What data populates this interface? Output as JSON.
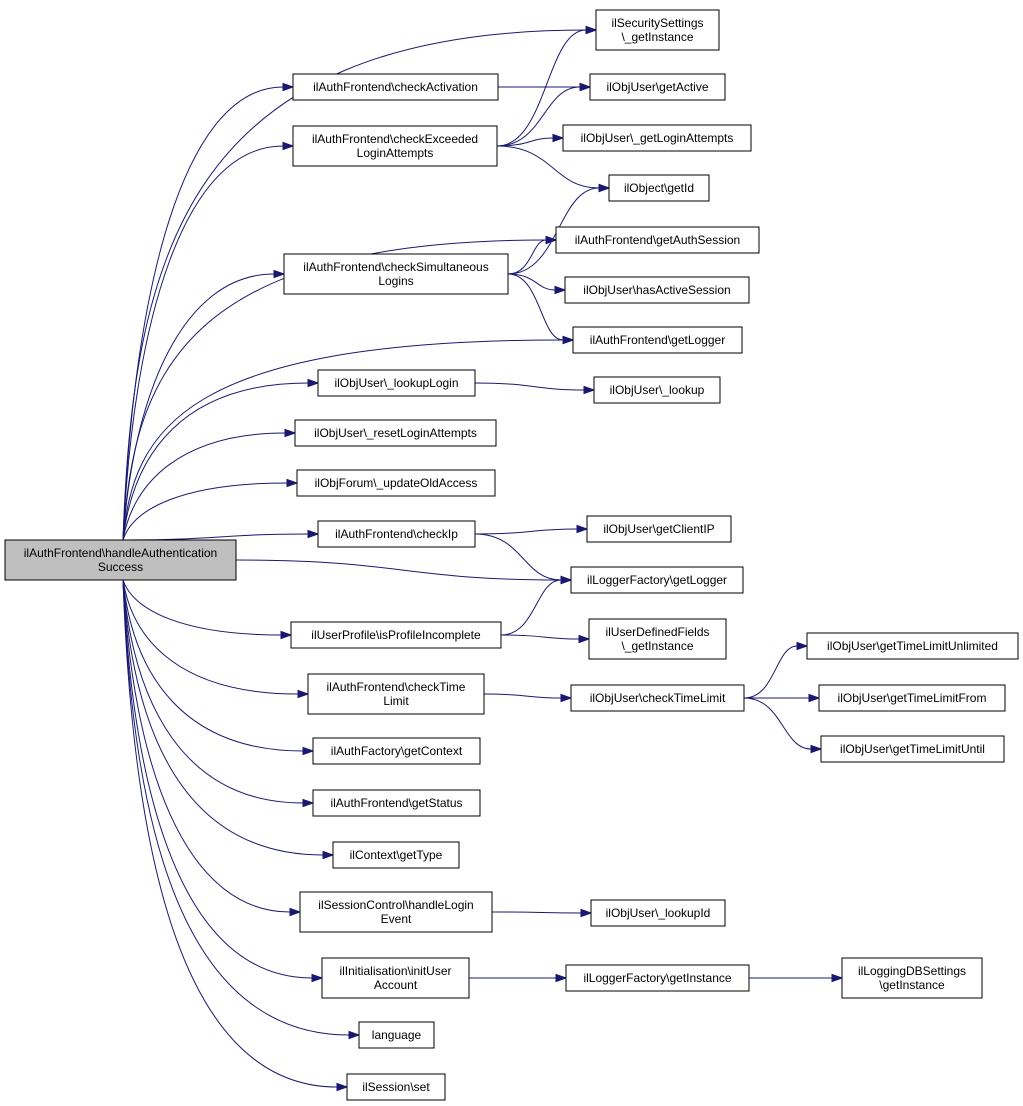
{
  "graph": {
    "colors": {
      "edge": "#191970",
      "root_fill": "#bfbfbf",
      "node_fill": "#ffffff",
      "border": "#000000"
    },
    "nodes": [
      {
        "id": "root",
        "lines": [
          "ilAuthFrontend\\handleAuthentication",
          "Success"
        ]
      },
      {
        "id": "sec_get",
        "lines": [
          "ilSecuritySettings",
          "\\_getInstance"
        ]
      },
      {
        "id": "check_act",
        "lines": [
          "ilAuthFrontend\\checkActivation"
        ]
      },
      {
        "id": "get_active",
        "lines": [
          "ilObjUser\\getActive"
        ]
      },
      {
        "id": "check_exc",
        "lines": [
          "ilAuthFrontend\\checkExceeded",
          "LoginAttempts"
        ]
      },
      {
        "id": "get_login_att",
        "lines": [
          "ilObjUser\\_getLoginAttempts"
        ]
      },
      {
        "id": "obj_getid",
        "lines": [
          "ilObject\\getId"
        ]
      },
      {
        "id": "get_auth_sess",
        "lines": [
          "ilAuthFrontend\\getAuthSession"
        ]
      },
      {
        "id": "check_sim",
        "lines": [
          "ilAuthFrontend\\checkSimultaneous",
          "Logins"
        ]
      },
      {
        "id": "has_active_sess",
        "lines": [
          "ilObjUser\\hasActiveSession"
        ]
      },
      {
        "id": "fe_get_logger",
        "lines": [
          "ilAuthFrontend\\getLogger"
        ]
      },
      {
        "id": "lookup_login",
        "lines": [
          "ilObjUser\\_lookupLogin"
        ]
      },
      {
        "id": "lookup",
        "lines": [
          "ilObjUser\\_lookup"
        ]
      },
      {
        "id": "reset_login",
        "lines": [
          "ilObjUser\\_resetLoginAttempts"
        ]
      },
      {
        "id": "forum_update",
        "lines": [
          "ilObjForum\\_updateOldAccess"
        ]
      },
      {
        "id": "check_ip",
        "lines": [
          "ilAuthFrontend\\checkIp"
        ]
      },
      {
        "id": "get_client_ip",
        "lines": [
          "ilObjUser\\getClientIP"
        ]
      },
      {
        "id": "lf_get_logger",
        "lines": [
          "ilLoggerFactory\\getLogger"
        ]
      },
      {
        "id": "profile_incomplete",
        "lines": [
          "ilUserProfile\\isProfileIncomplete"
        ]
      },
      {
        "id": "udf_get",
        "lines": [
          "ilUserDefinedFields",
          "\\_getInstance"
        ]
      },
      {
        "id": "check_time",
        "lines": [
          "ilAuthFrontend\\checkTime",
          "Limit"
        ]
      },
      {
        "id": "ou_check_time",
        "lines": [
          "ilObjUser\\checkTimeLimit"
        ]
      },
      {
        "id": "tl_unlimited",
        "lines": [
          "ilObjUser\\getTimeLimitUnlimited"
        ]
      },
      {
        "id": "tl_from",
        "lines": [
          "ilObjUser\\getTimeLimitFrom"
        ]
      },
      {
        "id": "tl_until",
        "lines": [
          "ilObjUser\\getTimeLimitUntil"
        ]
      },
      {
        "id": "af_get_context",
        "lines": [
          "ilAuthFactory\\getContext"
        ]
      },
      {
        "id": "fe_get_status",
        "lines": [
          "ilAuthFrontend\\getStatus"
        ]
      },
      {
        "id": "ctx_get_type",
        "lines": [
          "ilContext\\getType"
        ]
      },
      {
        "id": "sc_handle_login",
        "lines": [
          "ilSessionControl\\handleLogin",
          "Event"
        ]
      },
      {
        "id": "lookup_id",
        "lines": [
          "ilObjUser\\_lookupId"
        ]
      },
      {
        "id": "init_user",
        "lines": [
          "ilInitialisation\\initUser",
          "Account"
        ]
      },
      {
        "id": "lf_get_instance",
        "lines": [
          "ilLoggerFactory\\getInstance"
        ]
      },
      {
        "id": "ldb_get_instance",
        "lines": [
          "ilLoggingDBSettings",
          "\\getInstance"
        ]
      },
      {
        "id": "language",
        "lines": [
          "language"
        ]
      },
      {
        "id": "session_set",
        "lines": [
          "ilSession\\set"
        ]
      }
    ],
    "edges": [
      [
        "root",
        "sec_get"
      ],
      [
        "root",
        "check_act"
      ],
      [
        "root",
        "check_exc"
      ],
      [
        "root",
        "get_auth_sess"
      ],
      [
        "root",
        "check_sim"
      ],
      [
        "root",
        "fe_get_logger"
      ],
      [
        "root",
        "lookup_login"
      ],
      [
        "root",
        "reset_login"
      ],
      [
        "root",
        "forum_update"
      ],
      [
        "root",
        "check_ip"
      ],
      [
        "root",
        "lf_get_logger"
      ],
      [
        "root",
        "profile_incomplete"
      ],
      [
        "root",
        "check_time"
      ],
      [
        "root",
        "af_get_context"
      ],
      [
        "root",
        "fe_get_status"
      ],
      [
        "root",
        "ctx_get_type"
      ],
      [
        "root",
        "sc_handle_login"
      ],
      [
        "root",
        "init_user"
      ],
      [
        "root",
        "language"
      ],
      [
        "root",
        "session_set"
      ],
      [
        "check_act",
        "get_active"
      ],
      [
        "check_exc",
        "sec_get"
      ],
      [
        "check_exc",
        "get_active"
      ],
      [
        "check_exc",
        "get_login_att"
      ],
      [
        "check_exc",
        "obj_getid"
      ],
      [
        "check_sim",
        "obj_getid"
      ],
      [
        "check_sim",
        "get_auth_sess"
      ],
      [
        "check_sim",
        "has_active_sess"
      ],
      [
        "check_sim",
        "fe_get_logger"
      ],
      [
        "lookup_login",
        "lookup"
      ],
      [
        "check_ip",
        "get_client_ip"
      ],
      [
        "check_ip",
        "lf_get_logger"
      ],
      [
        "profile_incomplete",
        "lf_get_logger"
      ],
      [
        "profile_incomplete",
        "udf_get"
      ],
      [
        "check_time",
        "ou_check_time"
      ],
      [
        "ou_check_time",
        "tl_unlimited"
      ],
      [
        "ou_check_time",
        "tl_from"
      ],
      [
        "ou_check_time",
        "tl_until"
      ],
      [
        "sc_handle_login",
        "lookup_id"
      ],
      [
        "init_user",
        "lf_get_instance"
      ],
      [
        "lf_get_instance",
        "ldb_get_instance"
      ]
    ]
  }
}
